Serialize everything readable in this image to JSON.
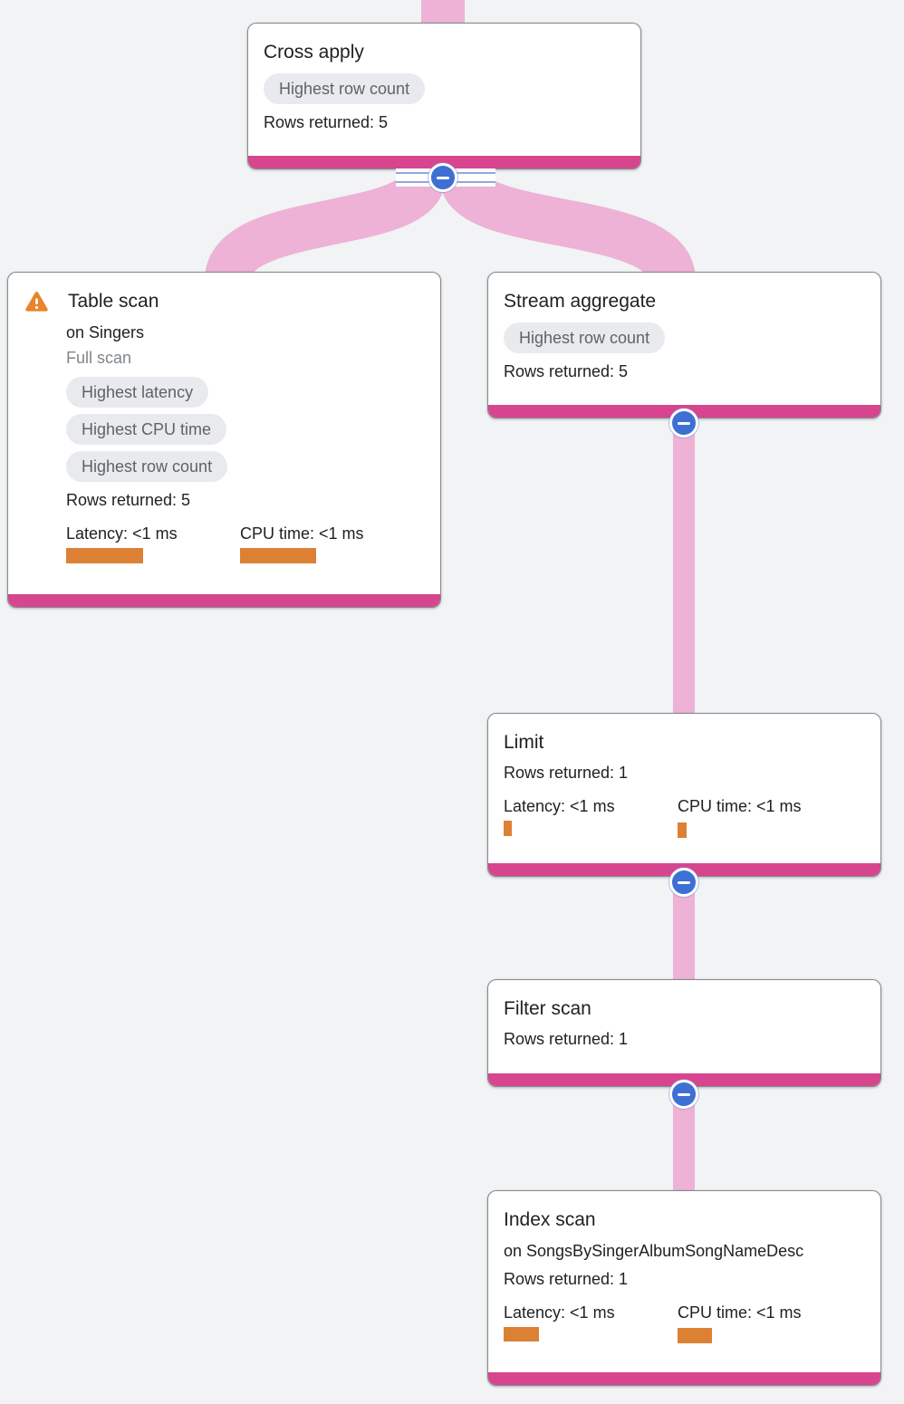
{
  "nodes": {
    "cross_apply": {
      "title": "Cross apply",
      "badge": "Highest row count",
      "rows": "Rows returned: 5"
    },
    "table_scan": {
      "title": "Table scan",
      "subtitle": "on Singers",
      "note": "Full scan",
      "badges": [
        "Highest latency",
        "Highest CPU time",
        "Highest row count"
      ],
      "rows": "Rows returned: 5",
      "latency_label": "Latency: <1 ms",
      "cpu_label": "CPU time: <1 ms"
    },
    "stream_aggregate": {
      "title": "Stream aggregate",
      "badge": "Highest row count",
      "rows": "Rows returned: 5"
    },
    "limit": {
      "title": "Limit",
      "rows": "Rows returned: 1",
      "latency_label": "Latency: <1 ms",
      "cpu_label": "CPU time: <1 ms"
    },
    "filter_scan": {
      "title": "Filter scan",
      "rows": "Rows returned: 1"
    },
    "index_scan": {
      "title": "Index scan",
      "subtitle": "on SongsBySingerAlbumSongNameDesc",
      "rows": "Rows returned: 1",
      "latency_label": "Latency: <1 ms",
      "cpu_label": "CPU time: <1 ms"
    }
  },
  "icons": {
    "warning": "warning-icon",
    "collapse": "collapse-minus-icon"
  },
  "colors": {
    "background": "#f1f3f4",
    "edge_pink": "#edb2d5",
    "node_bottom_bar": "#d7458f",
    "metric_bar_orange": "#dc8134",
    "badge_bg": "#e8eaed",
    "badge_text": "#5f6368",
    "collapse_button_blue": "#3e6fd4",
    "warning_orange": "#e8842b"
  }
}
